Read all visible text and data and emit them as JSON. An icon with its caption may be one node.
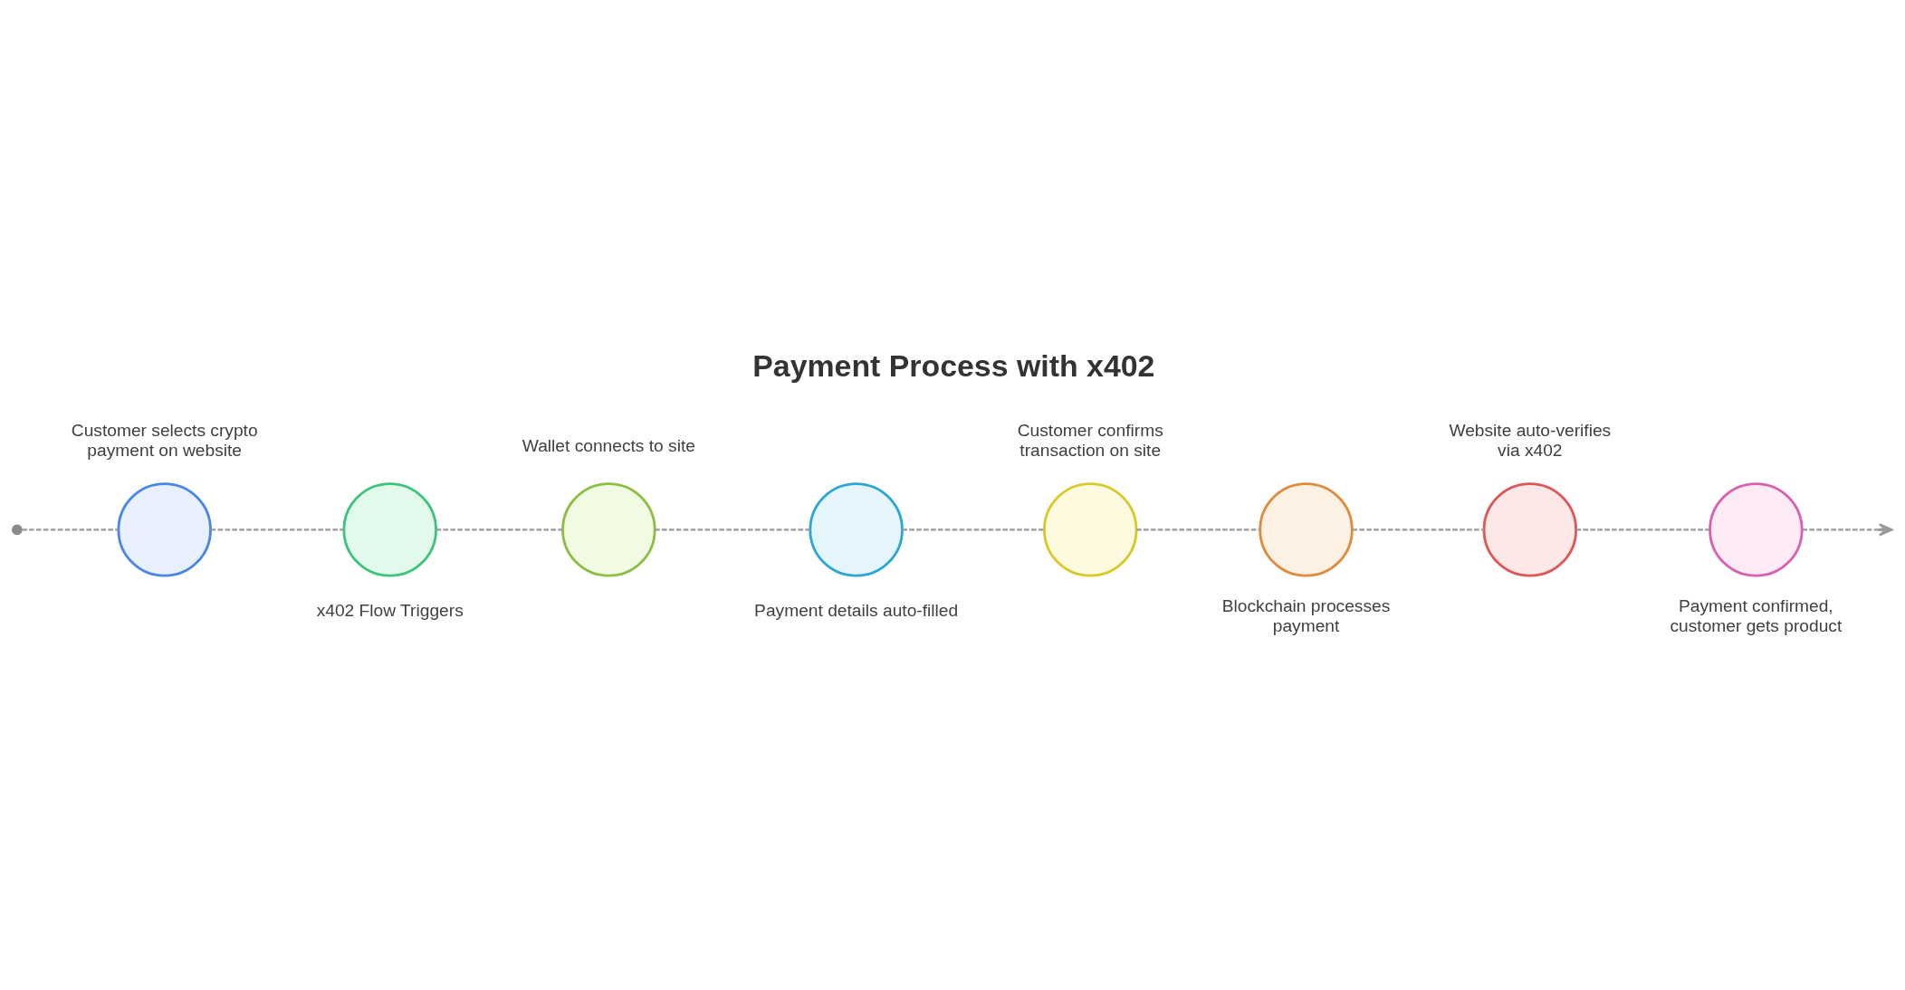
{
  "diagram": {
    "title": "Payment Process with x402",
    "nodes": [
      {
        "text": [],
        "shape": "dot"
      },
      {
        "text": [],
        "shape": "circle",
        "beside": [
          "Customer selects crypto payment on website"
        ]
      },
      {
        "text": [],
        "shape": "circle",
        "beside": [
          "x402 Flow Triggers"
        ]
      },
      {
        "text": [],
        "shape": "circle",
        "beside": [
          "Wallet connects to site"
        ]
      },
      {
        "text": [],
        "shape": "circle",
        "beside": [
          "Payment details auto-filled"
        ]
      },
      {
        "text": [],
        "shape": "circle",
        "beside": [
          "Customer confirms transaction on site"
        ]
      },
      {
        "text": [],
        "shape": "circle",
        "beside": [
          "Blockchain processes payment"
        ]
      },
      {
        "text": [],
        "shape": "circle",
        "beside": [
          "Website auto-verifies via x402"
        ]
      },
      {
        "text": [],
        "shape": "circle",
        "beside": [
          "Payment confirmed, customer gets product"
        ]
      }
    ],
    "edges": [
      {
        "from": 0,
        "to": 1,
        "arrow": "none",
        "style": "dashed"
      },
      {
        "from": 1,
        "to": 2,
        "arrow": "none",
        "style": "dashed"
      },
      {
        "from": 2,
        "to": 3,
        "arrow": "none",
        "style": "dashed"
      },
      {
        "from": 3,
        "to": 4,
        "arrow": "none",
        "style": "dashed"
      },
      {
        "from": 4,
        "to": 5,
        "arrow": "none",
        "style": "dashed"
      },
      {
        "from": 5,
        "to": 6,
        "arrow": "none",
        "style": "dashed"
      },
      {
        "from": 6,
        "to": 7,
        "arrow": "none",
        "style": "dashed"
      },
      {
        "from": 7,
        "to": 8,
        "arrow": "none",
        "style": "dashed"
      },
      {
        "from": 8,
        "to": null,
        "arrow": "to",
        "style": "dashed"
      }
    ]
  }
}
